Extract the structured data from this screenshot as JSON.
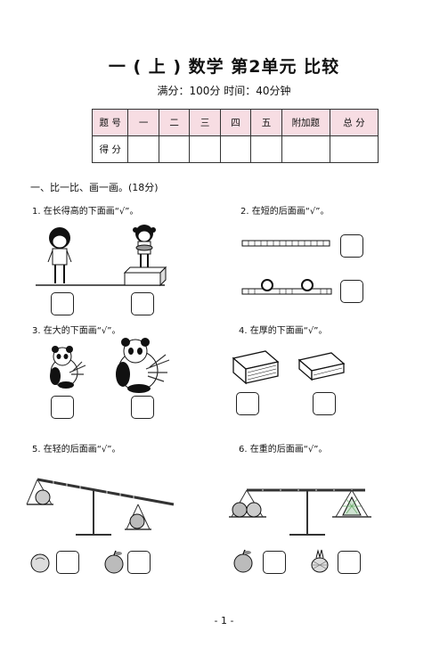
{
  "header": {
    "title": "一 ( 上 ) 数学 第2单元 比较",
    "subtitle": "满分：100分  时间：40分钟"
  },
  "score_table": {
    "headers": [
      "题 号",
      "一",
      "二",
      "三",
      "四",
      "五",
      "附加题",
      "总 分"
    ],
    "row_label": "得 分"
  },
  "section1": {
    "title": "一、比一比、画一画。(18分)",
    "questions": [
      "1. 在长得高的下面画“√”。",
      "2. 在短的后面画“√”。",
      "3. 在大的下面画“√”。",
      "4. 在厚的下面画“√”。",
      "5. 在轻的后面画“√”。",
      "6. 在重的后面画“√”。"
    ]
  },
  "footer": {
    "page": "- 1 -"
  }
}
